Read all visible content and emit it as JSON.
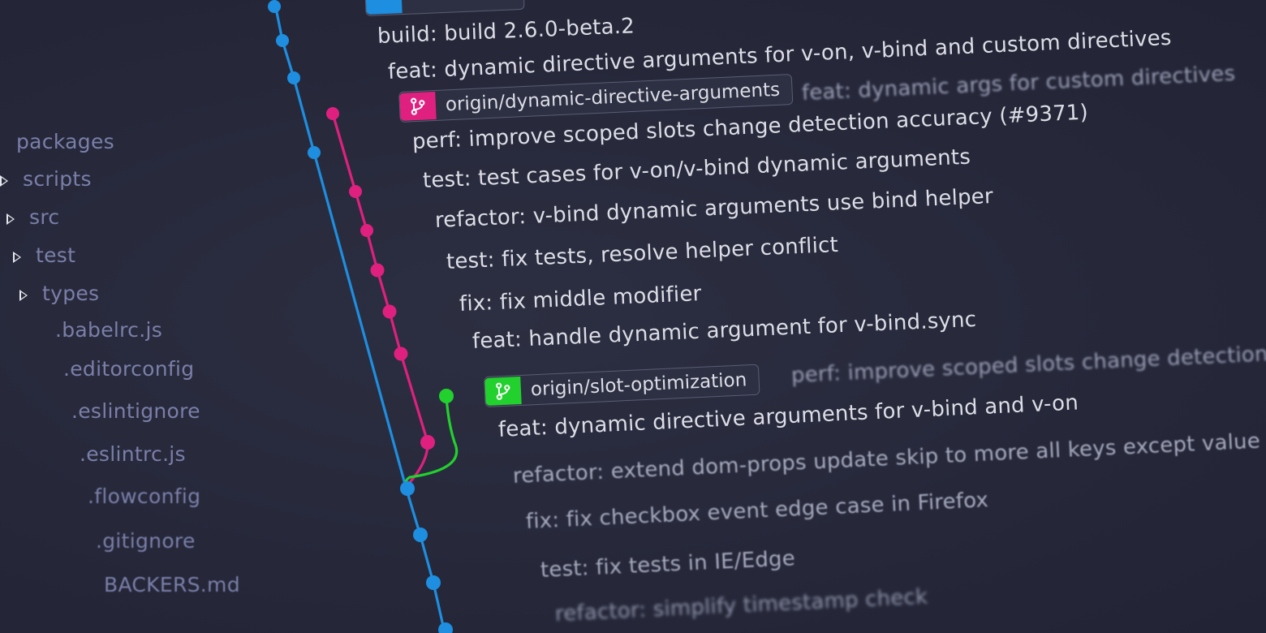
{
  "colors": {
    "background": "#272a3a",
    "branch_blue": "#1e8ee0",
    "branch_pink": "#e0207f",
    "branch_green": "#22d12e",
    "text": "#dcdde6",
    "sidebar_text": "#7b7fa8"
  },
  "sidebar": {
    "items": [
      {
        "label": "packages",
        "type": "folder"
      },
      {
        "label": "scripts",
        "type": "folder"
      },
      {
        "label": "src",
        "type": "folder"
      },
      {
        "label": "test",
        "type": "folder"
      },
      {
        "label": "types",
        "type": "folder"
      },
      {
        "label": ".babelrc.js",
        "type": "file"
      },
      {
        "label": ".editorconfig",
        "type": "file"
      },
      {
        "label": ".eslintignore",
        "type": "file"
      },
      {
        "label": ".eslintrc.js",
        "type": "file"
      },
      {
        "label": ".flowconfig",
        "type": "file"
      },
      {
        "label": ".gitignore",
        "type": "file"
      },
      {
        "label": "BACKERS.md",
        "type": "file"
      }
    ]
  },
  "commits": [
    {
      "message": "build: build 2.6.0-beta.2"
    },
    {
      "message": "feat: dynamic directive arguments for v-on, v-bind and custom directives"
    },
    {
      "branch": "origin/dynamic-directive-arguments",
      "message": "feat: dynamic args for custom directives"
    },
    {
      "message": "perf: improve scoped slots change detection accuracy (#9371)"
    },
    {
      "message": "test: test cases for v-on/v-bind dynamic arguments"
    },
    {
      "message": "refactor: v-bind dynamic arguments use bind helper"
    },
    {
      "message": "test: fix tests, resolve helper conflict"
    },
    {
      "message": "fix: fix middle modifier"
    },
    {
      "message": "feat: handle dynamic argument for v-bind.sync"
    },
    {
      "branch": "origin/slot-optimization",
      "message": "perf: improve scoped slots change detection"
    },
    {
      "message": "feat: dynamic directive arguments for v-bind and v-on"
    },
    {
      "message": "refactor: extend dom-props update skip to more all keys except value"
    },
    {
      "message": "fix: fix checkbox event edge case in Firefox"
    },
    {
      "message": "test: fix tests in IE/Edge"
    },
    {
      "message": "refactor: simplify timestamp check"
    }
  ]
}
